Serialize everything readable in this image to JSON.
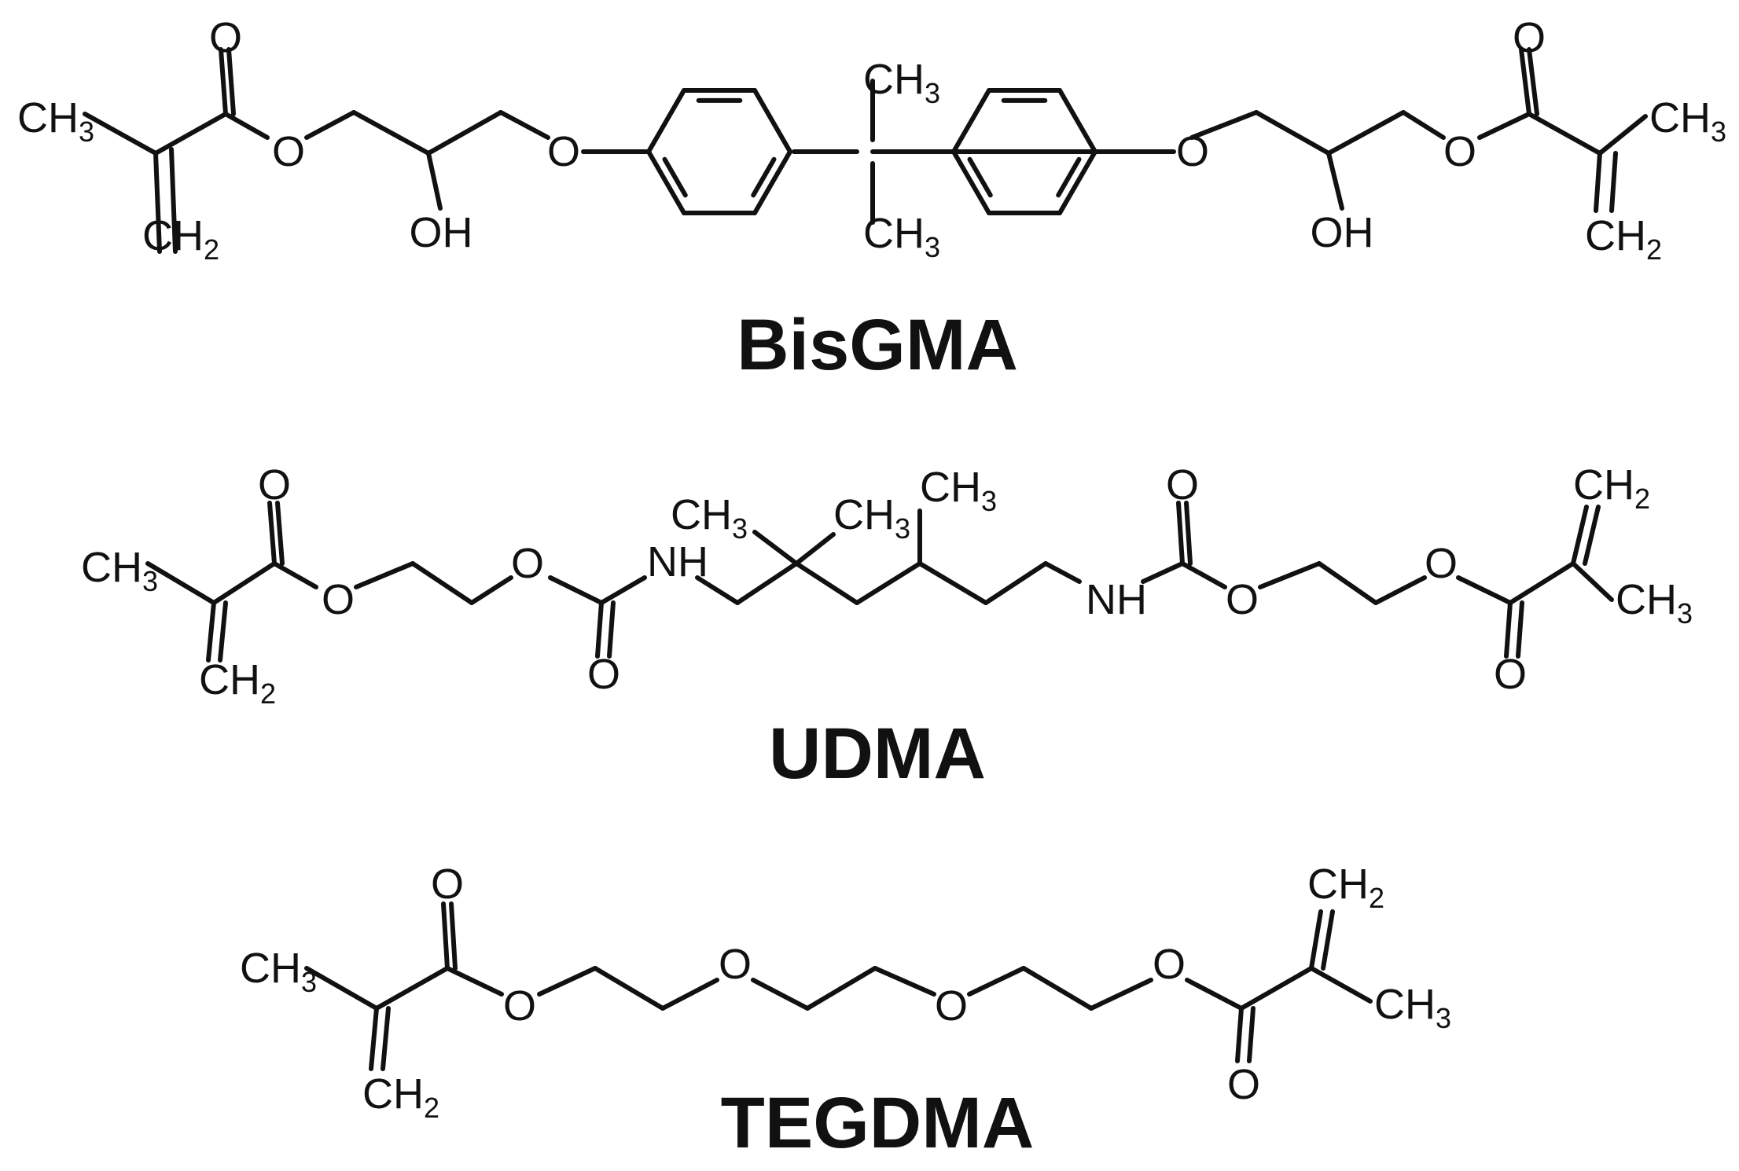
{
  "molecules": [
    {
      "name": "BisGMA",
      "atoms": [
        {
          "id": "ch3_l",
          "label": "CH",
          "sub": "3",
          "anchor": "start"
        },
        {
          "id": "o_l1",
          "label": "O"
        },
        {
          "id": "o_l2",
          "label": "O"
        },
        {
          "id": "ch2_l",
          "label": "CH",
          "sub": "2",
          "anchor": "start"
        },
        {
          "id": "oh_l",
          "label": "OH"
        },
        {
          "id": "o_l3",
          "label": "O"
        },
        {
          "id": "ch3_t",
          "label": "CH",
          "sub": "3",
          "anchor": "start"
        },
        {
          "id": "ch3_b",
          "label": "CH",
          "sub": "3",
          "anchor": "start"
        },
        {
          "id": "o_r3",
          "label": "O"
        },
        {
          "id": "oh_r",
          "label": "OH"
        },
        {
          "id": "o_r2",
          "label": "O"
        },
        {
          "id": "o_r1",
          "label": "O"
        },
        {
          "id": "ch3_r",
          "label": "CH",
          "sub": "3",
          "anchor": "start"
        },
        {
          "id": "ch2_r",
          "label": "CH",
          "sub": "2",
          "anchor": "start"
        }
      ]
    },
    {
      "name": "UDMA",
      "atoms": [
        {
          "id": "ch3_l",
          "label": "CH",
          "sub": "3",
          "anchor": "start"
        },
        {
          "id": "o_l1",
          "label": "O"
        },
        {
          "id": "o_l2",
          "label": "O"
        },
        {
          "id": "ch2_l",
          "label": "CH",
          "sub": "2",
          "anchor": "start"
        },
        {
          "id": "o_l3",
          "label": "O"
        },
        {
          "id": "o_l4",
          "label": "O"
        },
        {
          "id": "nh_l",
          "label": "NH"
        },
        {
          "id": "ch3_a",
          "label": "CH",
          "sub": "3",
          "anchor": "start"
        },
        {
          "id": "ch3_b",
          "label": "CH",
          "sub": "3",
          "anchor": "start"
        },
        {
          "id": "ch3_c",
          "label": "CH",
          "sub": "3",
          "anchor": "start"
        },
        {
          "id": "nh_r",
          "label": "NH"
        },
        {
          "id": "o_r4",
          "label": "O"
        },
        {
          "id": "o_r3",
          "label": "O"
        },
        {
          "id": "o_r2",
          "label": "O"
        },
        {
          "id": "o_r1",
          "label": "O"
        },
        {
          "id": "ch2_r",
          "label": "CH",
          "sub": "2",
          "anchor": "start"
        },
        {
          "id": "ch3_r",
          "label": "CH",
          "sub": "3",
          "anchor": "start"
        }
      ]
    },
    {
      "name": "TEGDMA",
      "atoms": [
        {
          "id": "ch3_l",
          "label": "CH",
          "sub": "3",
          "anchor": "start"
        },
        {
          "id": "o_l1",
          "label": "O"
        },
        {
          "id": "o_l2",
          "label": "O"
        },
        {
          "id": "ch2_l",
          "label": "CH",
          "sub": "2",
          "anchor": "start"
        },
        {
          "id": "o_m1",
          "label": "O"
        },
        {
          "id": "o_m2",
          "label": "O"
        },
        {
          "id": "o_r2",
          "label": "O"
        },
        {
          "id": "o_r1",
          "label": "O"
        },
        {
          "id": "ch2_r",
          "label": "CH",
          "sub": "2",
          "anchor": "start"
        },
        {
          "id": "ch3_r",
          "label": "CH",
          "sub": "3",
          "anchor": "start"
        }
      ]
    }
  ]
}
